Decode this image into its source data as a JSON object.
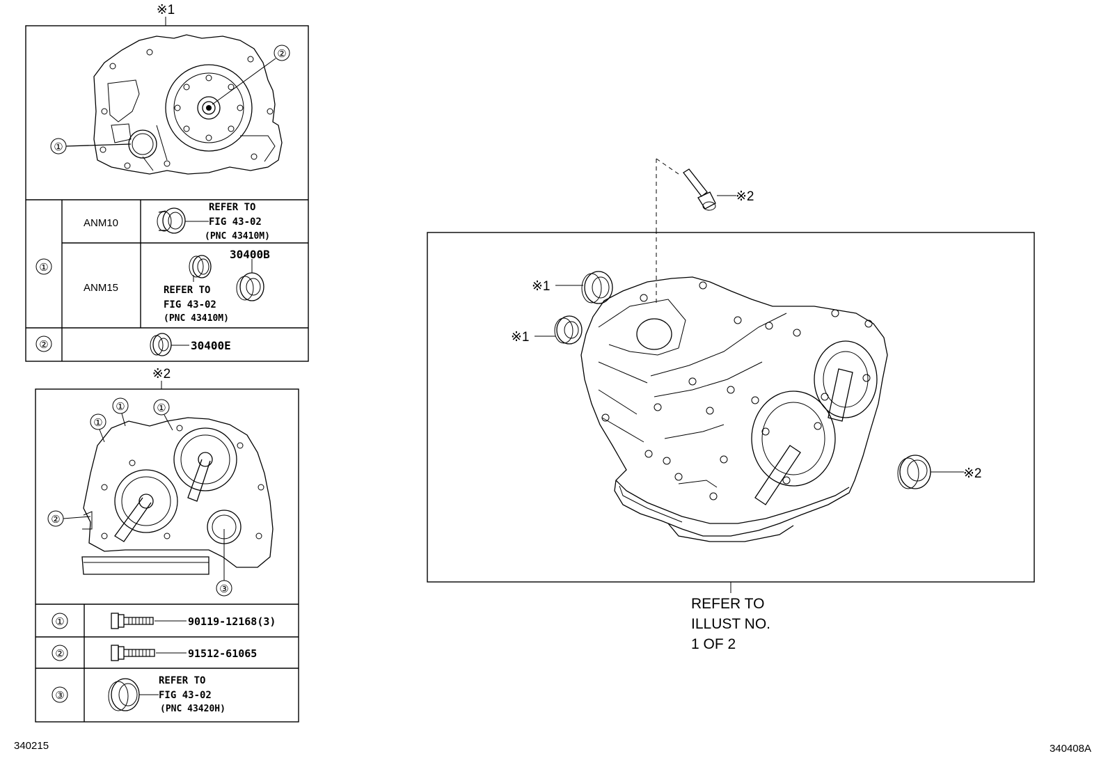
{
  "diagram": {
    "panel1": {
      "marker": "※1",
      "callouts": [
        "①",
        "②"
      ],
      "rows": [
        {
          "num": "①",
          "model": "ANM10",
          "ref": [
            "REFER TO",
            "FIG 43-02",
            "(PNC 43410M)"
          ]
        },
        {
          "model": "ANM15",
          "part": "30400B",
          "ref": [
            "REFER TO",
            "FIG 43-02",
            "(PNC 43410M)"
          ]
        },
        {
          "num": "②",
          "part": "30400E"
        }
      ]
    },
    "panel2": {
      "marker": "※2",
      "callouts": [
        "①",
        "①",
        "①",
        "②",
        "③"
      ],
      "rows": [
        {
          "num": "①",
          "part": "90119-12168(3)"
        },
        {
          "num": "②",
          "part": "91512-61065"
        },
        {
          "num": "③",
          "ref": [
            "REFER TO",
            "FIG 43-02",
            "(PNC 43420H)"
          ]
        }
      ]
    },
    "main": {
      "labels": {
        "top_bolt": "※2",
        "seal_upper": "※1",
        "seal_lower": "※1",
        "seal_right": "※2"
      },
      "refer": [
        "REFER TO",
        "ILLUST NO.",
        "1 OF 2"
      ]
    },
    "codes": {
      "left": "340215",
      "right": "340408A"
    }
  }
}
